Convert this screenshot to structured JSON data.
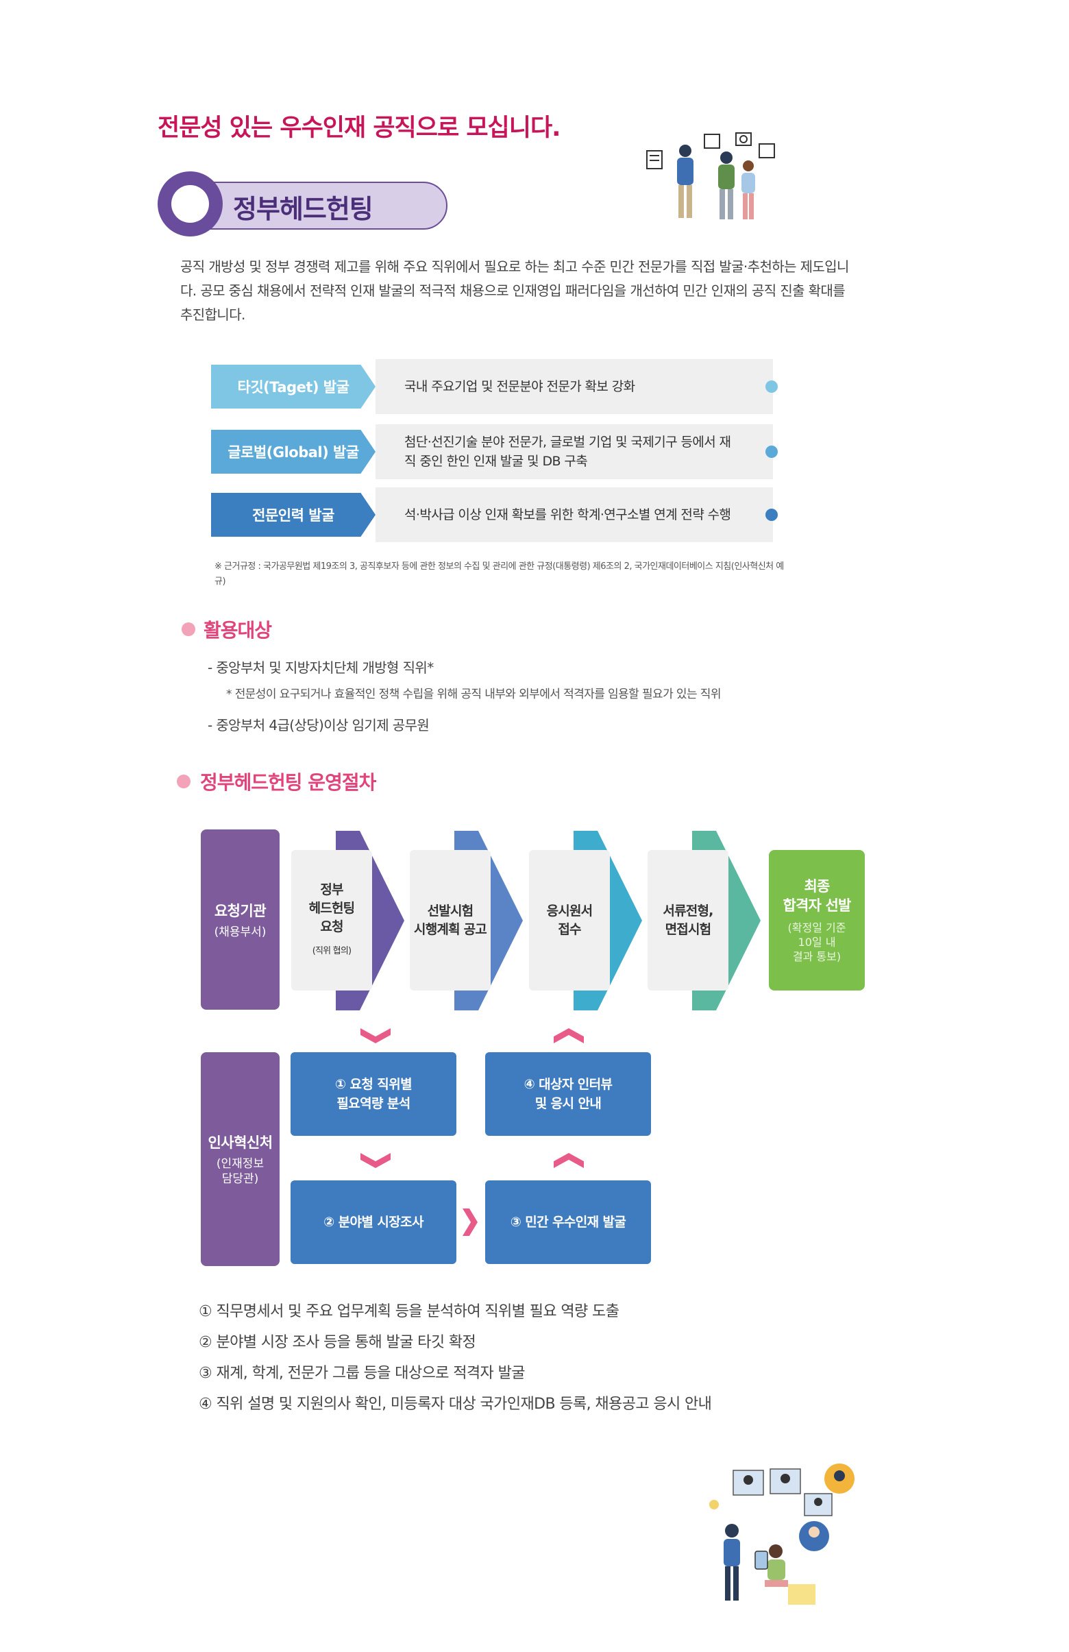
{
  "headline": "전문성 있는 우수인재 공직으로 모십니다.",
  "section_title": "정부헤드헌팅",
  "intro": "공직 개방성 및 정부 경쟁력 제고를 위해 주요 직위에서 필요로 하는 최고 수준 민간 전문가를 직접 발굴·추천하는 제도입니다. 공모 중심 채용에서 전략적 인재 발굴의 적극적 채용으로 인재영입 패러다임을 개선하여 민간 인재의 공직 진출 확대를 추진합니다.",
  "targets": [
    {
      "label": "타깃(Taget) 발굴",
      "desc": "국내 주요기업 및 전문분야 전문가 확보 강화",
      "color": "#7fc5e4"
    },
    {
      "label": "글로벌(Global) 발굴",
      "desc": "첨단·선진기술 분야 전문가, 글로벌 기업 및 국제기구 등에서 재직 중인 한인 인재 발굴 및 DB 구축",
      "color": "#5aa9d8"
    },
    {
      "label": "전문인력 발굴",
      "desc": "석·박사급 이상 인재 확보를 위한 학계·연구소별 연계 전략 수행",
      "color": "#3b7fc0"
    }
  ],
  "footnote": "※ 근거규정 : 국가공무원법 제19조의 3, 공직후보자 등에 관한 정보의 수집 및 관리에 관한 규정(대통령령) 제6조의 2, 국가인재데이터베이스 지침(인사혁신처 예규)",
  "usage": {
    "title": "활용대상",
    "item1": "- 중앙부처 및 지방자치단체 개방형 직위*",
    "note1": "* 전문성이 요구되거나 효율적인 정책 수립을 위해 공직 내부와 외부에서 적격자를 임용할 필요가 있는 직위",
    "item2": "- 중앙부처 4급(상당)이상 임기제 공무원"
  },
  "procedure": {
    "title": "정부헤드헌팅 운영절차",
    "requester": {
      "main": "요청기관",
      "sub": "(채용부서)"
    },
    "steps": [
      {
        "line1": "정부",
        "line2": "헤드헌팅",
        "line3": "요청",
        "small": "(직위 협의)",
        "color": "#6a5aa6"
      },
      {
        "line1": "선발시험",
        "line2": "시행계획 공고",
        "color": "#5a84c6"
      },
      {
        "line1": "응시원서",
        "line2": "접수",
        "color": "#3eaccc"
      },
      {
        "line1": "서류전형,",
        "line2": "면접시험",
        "color": "#5ab8a0"
      }
    ],
    "final": {
      "line1": "최종",
      "line2": "합격자 선발",
      "sub1": "(확정일 기준",
      "sub2": "10일 내",
      "sub3": "결과 통보)"
    },
    "agency": {
      "main": "인사혁신처",
      "sub1": "(인재정보",
      "sub2": "담당관)"
    },
    "box1": {
      "line1": "① 요청 직위별",
      "line2": "필요역량 분석"
    },
    "box2": "② 분야별 시장조사",
    "box3": "③ 민간 우수인재 발굴",
    "box4": {
      "line1": "④ 대상자 인터뷰",
      "line2": "및 응시 안내"
    }
  },
  "notes": [
    "① 직무명세서 및 주요 업무계획 등을 분석하여 직위별 필요 역량 도출",
    "② 분야별 시장 조사 등을 통해 발굴 타깃 확정",
    "③ 재계, 학계, 전문가 그룹 등을 대상으로 적격자 발굴",
    "④ 직위 설명 및 지원의사 확인, 미등록자 대상 국가인재DB 등록, 채용공고 응시 안내"
  ],
  "colors": {
    "accent": "#c8155a",
    "purple": "#6a4c9c",
    "pink": "#e0447a",
    "blue": "#3f7bbf",
    "green": "#7cbf4a"
  }
}
